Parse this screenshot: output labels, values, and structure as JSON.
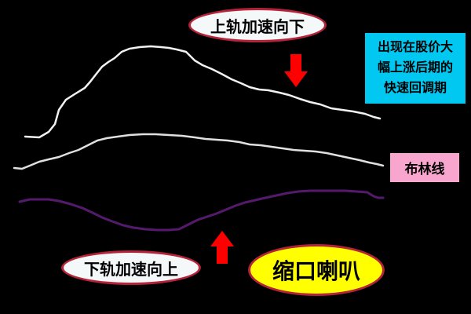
{
  "labels": {
    "upper_band": "上轨加速向下",
    "lower_band": "下轨加速向上",
    "squeeze": "缩口喇叭",
    "bollinger": "布林线",
    "description_lines": [
      "出现在股价大",
      "幅上涨后期的",
      "快速回调期"
    ]
  },
  "colors": {
    "background": "#000000",
    "upper_line": "#f2f2f2",
    "middle_line": "#e0e0e0",
    "lower_line": "#551a6e",
    "arrow": "#ff0000",
    "callout_fill": "#f4f8f8",
    "callout_border": "#b3233a",
    "squeeze_fill": "#ffff00",
    "info_fill": "#00c8f0",
    "boll_fill": "#f9a6cf"
  },
  "icons": {
    "down_arrow": "down-arrow-icon",
    "up_arrow": "up-arrow-icon"
  }
}
